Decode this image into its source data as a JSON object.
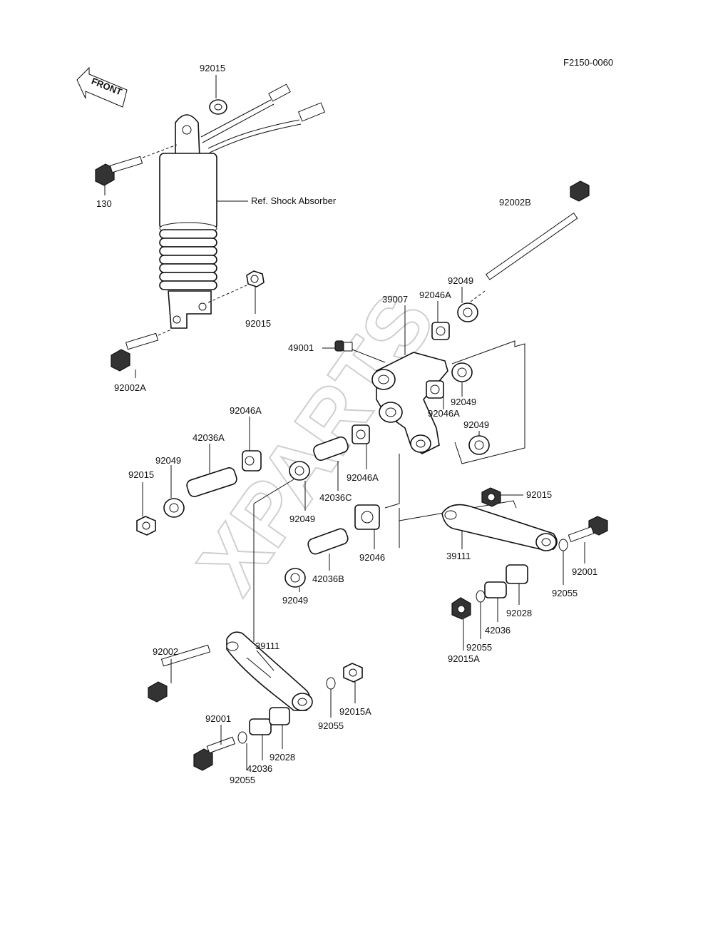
{
  "diagram_id": "F2150-0060",
  "front_label": "FRONT",
  "watermark": "XPARTS",
  "ref_shock": "Ref. Shock Absorber",
  "labels": {
    "p92015_top": "92015",
    "p130": "130",
    "p92015_mid": "92015",
    "p92002A": "92002A",
    "p92002B": "92002B",
    "p92049_a": "92049",
    "p92046A_a": "92046A",
    "p39007": "39007",
    "p49001": "49001",
    "p92049_b": "92049",
    "p92046A_b": "92046A",
    "p92049_c": "92049",
    "p92046A_c": "92046A",
    "p42036A": "42036A",
    "p92049_d": "92049",
    "p92015_d": "92015",
    "p42036C": "42036C",
    "p92046A_d": "92046A",
    "p92049_e": "92049",
    "p92046": "92046",
    "p42036B": "42036B",
    "p92049_f": "92049",
    "p92015_r": "92015",
    "p39111_r": "39111",
    "p92001_r": "92001",
    "p92055_r": "92055",
    "p92028_r": "92028",
    "p42036_r": "42036",
    "p92055_r2": "92055",
    "p92015A_r": "92015A",
    "p92002": "92002",
    "p39111_l": "39111",
    "p92001_l": "92001",
    "p42036_l": "42036",
    "p92028_l": "92028",
    "p92055_l": "92055",
    "p92055_m": "92055",
    "p92015A_m": "92015A"
  }
}
